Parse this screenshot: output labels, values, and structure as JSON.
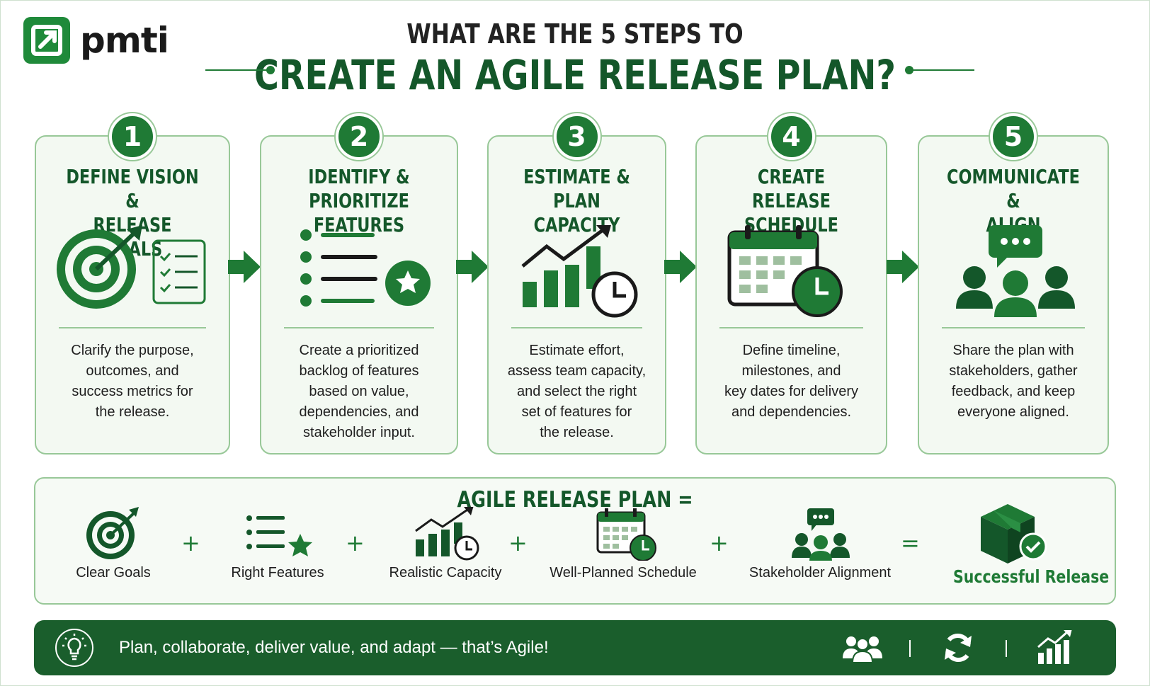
{
  "brand": {
    "name": "pmti"
  },
  "title": {
    "line1": "WHAT ARE THE 5 STEPS TO",
    "line2": "CREATE AN AGILE RELEASE PLAN?"
  },
  "steps": [
    {
      "number": "1",
      "title": "DEFINE VISION &\nRELEASE GOALS",
      "description": "Clarify the purpose,\noutcomes, and\nsuccess metrics for\nthe release.",
      "icon": "target-checklist-icon"
    },
    {
      "number": "2",
      "title": "IDENTIFY & PRIORITIZE\nFEATURES",
      "description": "Create a prioritized\nbacklog of features\nbased on value,\ndependencies, and\nstakeholder input.",
      "icon": "list-star-icon"
    },
    {
      "number": "3",
      "title": "ESTIMATE & PLAN\nCAPACITY",
      "description": "Estimate effort,\nassess team capacity,\nand select the right\nset of features for\nthe release.",
      "icon": "growth-chart-clock-icon"
    },
    {
      "number": "4",
      "title": "CREATE RELEASE\nSCHEDULE",
      "description": "Define timeline,\nmilestones, and\nkey dates for delivery\nand dependencies.",
      "icon": "calendar-clock-icon"
    },
    {
      "number": "5",
      "title": "COMMUNICATE &\nALIGN",
      "description": "Share the plan with\nstakeholders, gather\nfeedback, and keep\neveryone aligned.",
      "icon": "team-chat-icon"
    }
  ],
  "formula": {
    "title": "AGILE RELEASE PLAN =",
    "items": [
      {
        "label": "Clear Goals",
        "icon": "target-icon"
      },
      {
        "label": "Right Features",
        "icon": "list-star-icon"
      },
      {
        "label": "Realistic Capacity",
        "icon": "growth-chart-clock-icon"
      },
      {
        "label": "Well-Planned Schedule",
        "icon": "calendar-clock-icon"
      },
      {
        "label": "Stakeholder Alignment",
        "icon": "team-chat-icon"
      }
    ],
    "plus": "+",
    "equals": "=",
    "result": {
      "label": "Successful Release",
      "icon": "package-check-icon"
    }
  },
  "footer": {
    "tagline": "Plan, collaborate, deliver value, and adapt — that’s Agile!",
    "icons": [
      "lightbulb-icon",
      "team-icon",
      "refresh-icon",
      "growth-chart-icon"
    ]
  },
  "colors": {
    "primary": "#1f7a35",
    "dark": "#14572a",
    "card_bg": "#f3f9f2",
    "card_border": "#98c898",
    "bar_bg": "#1a5e2c"
  }
}
